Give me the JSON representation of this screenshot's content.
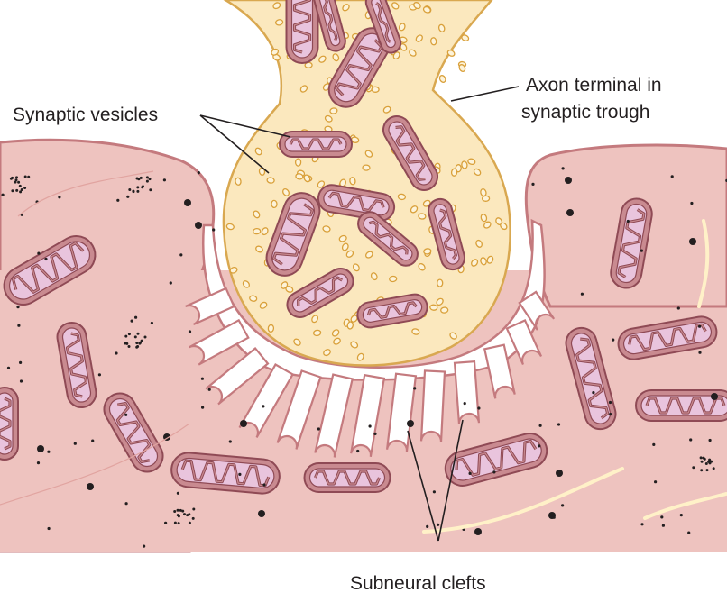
{
  "labels": {
    "synaptic_vesicles": "Synaptic vesicles",
    "axon_terminal_line1": "Axon terminal in",
    "axon_terminal_line2": "synaptic trough",
    "subneural_clefts": "Subneural clefts"
  },
  "colors": {
    "muscle_fill": "#eec3bf",
    "muscle_outline": "#c47a7e",
    "axon_fill": "#fbe8be",
    "axon_outline": "#d9a850",
    "vesicle_outline": "#d9a03a",
    "mito_outer": "#c98a90",
    "mito_inner": "#e9c4dd",
    "mito_outline": "#8f4a55",
    "cleft_fill": "#ffffff",
    "dot": "#231f20",
    "fiber": "#fff1c8"
  }
}
